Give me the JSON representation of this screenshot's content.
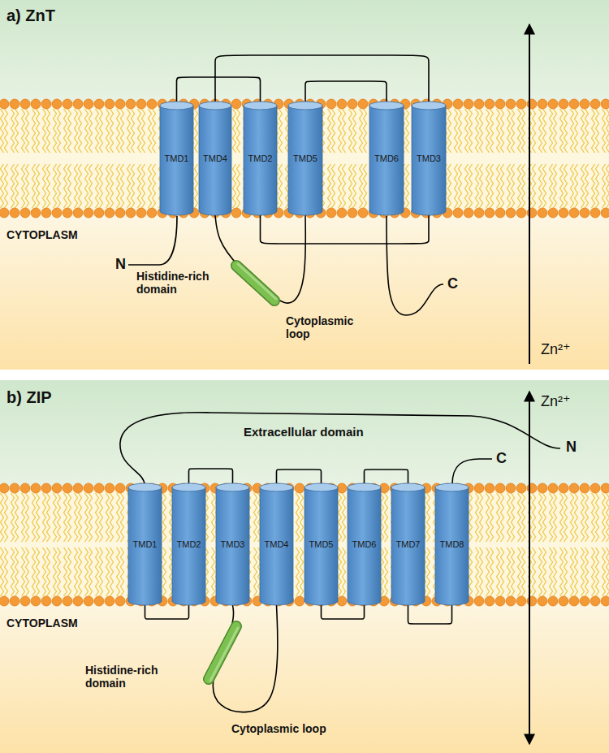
{
  "diagram": {
    "nodes": [
      {
        "text": [
          "TMD1"
        ]
      },
      {
        "text": [
          "TMD4"
        ]
      },
      {
        "text": [
          "TMD2"
        ]
      },
      {
        "text": [
          "TMD5"
        ]
      },
      {
        "text": [
          "TMD6"
        ]
      },
      {
        "text": [
          "TMD3"
        ]
      },
      {
        "text": [
          "TMD1"
        ]
      },
      {
        "text": [
          "TMD2"
        ]
      },
      {
        "text": [
          "TMD3"
        ]
      },
      {
        "text": [
          "TMD4"
        ]
      },
      {
        "text": [
          "TMD5"
        ]
      },
      {
        "text": [
          "TMD6"
        ]
      },
      {
        "text": [
          "TMD7"
        ]
      },
      {
        "text": [
          "TMD8"
        ]
      }
    ],
    "edges": [
      {
        "from": 0,
        "to": 2,
        "arrow": "none"
      },
      {
        "from": 2,
        "to": 5,
        "arrow": "none"
      },
      {
        "from": 5,
        "to": 1,
        "arrow": "none"
      },
      {
        "from": 1,
        "to": 3,
        "arrow": "none"
      },
      {
        "from": 3,
        "to": 4,
        "arrow": "none"
      },
      {
        "from": 6,
        "to": 7,
        "arrow": "none"
      },
      {
        "from": 7,
        "to": 8,
        "arrow": "none"
      },
      {
        "from": 8,
        "to": 9,
        "arrow": "none"
      },
      {
        "from": 9,
        "to": 10,
        "arrow": "none"
      },
      {
        "from": 10,
        "to": 11,
        "arrow": "none"
      },
      {
        "from": 11,
        "to": 12,
        "arrow": "none"
      },
      {
        "from": 12,
        "to": 13,
        "arrow": "none"
      }
    ],
    "labels": [
      "a) ZnT",
      "CYTOPLASM",
      "N",
      "C",
      "Histidine-rich domain",
      "Cytoplasmic loop",
      "Zn²⁺",
      "b) ZIP",
      "Extracellular domain",
      "N",
      "C",
      "CYTOPLASM",
      "Histidine-rich domain",
      "Cytoplasmic loop",
      "Zn²⁺"
    ]
  }
}
